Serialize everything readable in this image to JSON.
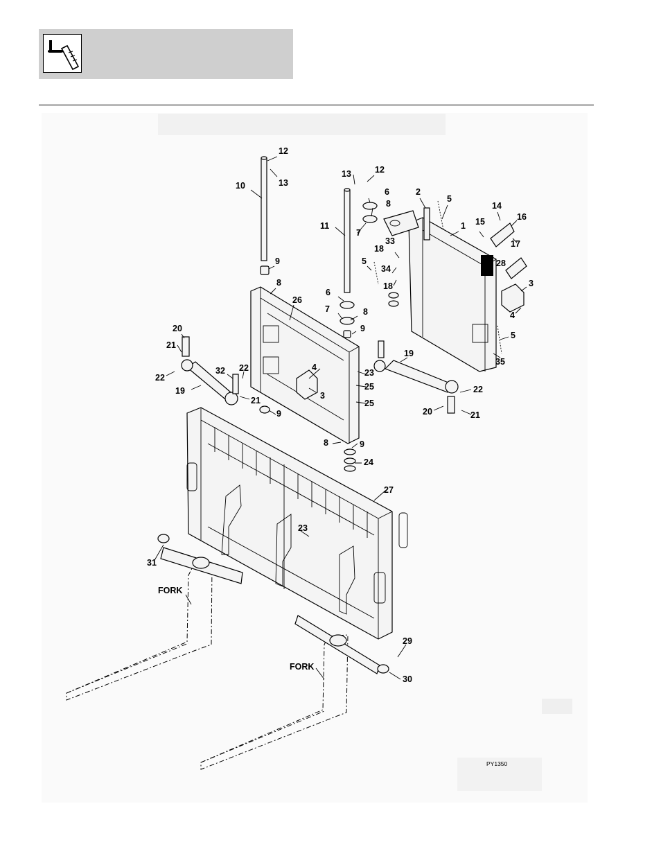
{
  "figure": {
    "reference_number": "PY1350",
    "fork_labels": [
      "FORK",
      "FORK"
    ]
  },
  "callouts": [
    {
      "id": "c1",
      "text": "12"
    },
    {
      "id": "c2",
      "text": "13"
    },
    {
      "id": "c3",
      "text": "10"
    },
    {
      "id": "c4",
      "text": "9"
    },
    {
      "id": "c5",
      "text": "8"
    },
    {
      "id": "c6",
      "text": "26"
    },
    {
      "id": "c7",
      "text": "13"
    },
    {
      "id": "c8",
      "text": "12"
    },
    {
      "id": "c9",
      "text": "6"
    },
    {
      "id": "c10",
      "text": "8"
    },
    {
      "id": "c11",
      "text": "7"
    },
    {
      "id": "c12",
      "text": "11"
    },
    {
      "id": "c13",
      "text": "6"
    },
    {
      "id": "c14",
      "text": "7"
    },
    {
      "id": "c15",
      "text": "8"
    },
    {
      "id": "c16",
      "text": "9"
    },
    {
      "id": "c17",
      "text": "2"
    },
    {
      "id": "c18",
      "text": "5"
    },
    {
      "id": "c19",
      "text": "1"
    },
    {
      "id": "c20",
      "text": "14"
    },
    {
      "id": "c21",
      "text": "16"
    },
    {
      "id": "c22",
      "text": "15"
    },
    {
      "id": "c23",
      "text": "17"
    },
    {
      "id": "c24",
      "text": "33"
    },
    {
      "id": "c25",
      "text": "18"
    },
    {
      "id": "c26",
      "text": "5"
    },
    {
      "id": "c27",
      "text": "34"
    },
    {
      "id": "c28",
      "text": "18"
    },
    {
      "id": "c29",
      "text": "28"
    },
    {
      "id": "c30",
      "text": "3"
    },
    {
      "id": "c31",
      "text": "4"
    },
    {
      "id": "c32",
      "text": "5"
    },
    {
      "id": "c33",
      "text": "35"
    },
    {
      "id": "c34",
      "text": "20"
    },
    {
      "id": "c35",
      "text": "21"
    },
    {
      "id": "c36",
      "text": "22"
    },
    {
      "id": "c37",
      "text": "19"
    },
    {
      "id": "c38",
      "text": "32"
    },
    {
      "id": "c39",
      "text": "22"
    },
    {
      "id": "c40",
      "text": "21"
    },
    {
      "id": "c41",
      "text": "4"
    },
    {
      "id": "c42",
      "text": "3"
    },
    {
      "id": "c43",
      "text": "9"
    },
    {
      "id": "c44",
      "text": "23"
    },
    {
      "id": "c45",
      "text": "25"
    },
    {
      "id": "c46",
      "text": "25"
    },
    {
      "id": "c47",
      "text": "19"
    },
    {
      "id": "c48",
      "text": "22"
    },
    {
      "id": "c49",
      "text": "20"
    },
    {
      "id": "c50",
      "text": "21"
    },
    {
      "id": "c51",
      "text": "8"
    },
    {
      "id": "c52",
      "text": "9"
    },
    {
      "id": "c53",
      "text": "24"
    },
    {
      "id": "c54",
      "text": "27"
    },
    {
      "id": "c55",
      "text": "23"
    },
    {
      "id": "c56",
      "text": "31"
    },
    {
      "id": "c57",
      "text": "29"
    },
    {
      "id": "c58",
      "text": "30"
    }
  ]
}
